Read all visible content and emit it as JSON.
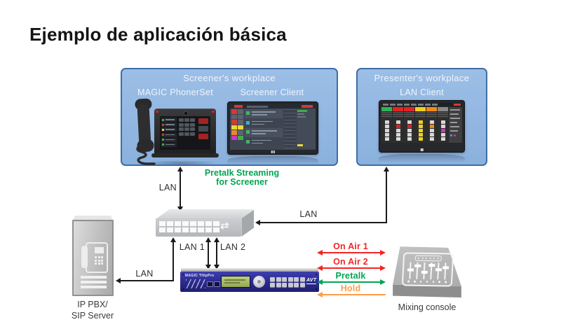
{
  "title": "Ejemplo de aplicación básica",
  "screener_workplace": {
    "title": "Screener's workplace",
    "phone_label": "MAGIC PhonerSet",
    "client_label": "Screener Client"
  },
  "presenter_workplace": {
    "title": "Presenter's workplace",
    "client_label": "LAN Client"
  },
  "connections": {
    "screener_lan": "LAN",
    "presenter_lan": "LAN",
    "pbx_lan": "LAN",
    "lan1": "LAN 1",
    "lan2": "LAN 2",
    "pretalk_streaming_line1": "Pretalk Streaming",
    "pretalk_streaming_line2": "for Screener"
  },
  "devices": {
    "pbx_label_line1": "IP PBX/",
    "pbx_label_line2": "SIP Server",
    "mixing_console_label": "Mixing console",
    "rack_brand": "AVT",
    "rack_model": "MAGIC THipPro"
  },
  "signal_flows": [
    {
      "label": "On Air 1",
      "color": "#F42525",
      "direction": "both"
    },
    {
      "label": "On Air 2",
      "color": "#F42525",
      "direction": "both"
    },
    {
      "label": "Pretalk",
      "color": "#00A651",
      "direction": "both"
    },
    {
      "label": "Hold",
      "color": "#FF9D45",
      "direction": "left"
    }
  ],
  "icons": {
    "switch_transfer": "⇄",
    "windows_logo": "⊞"
  },
  "colors": {
    "workplace_box_fill": "#8FB6E0",
    "workplace_box_border": "#3D6EA5",
    "pretalk_green": "#00A651",
    "on_air_red": "#F42525",
    "hold_orange": "#FF9D45",
    "connection_line": "#1A1A1A"
  }
}
